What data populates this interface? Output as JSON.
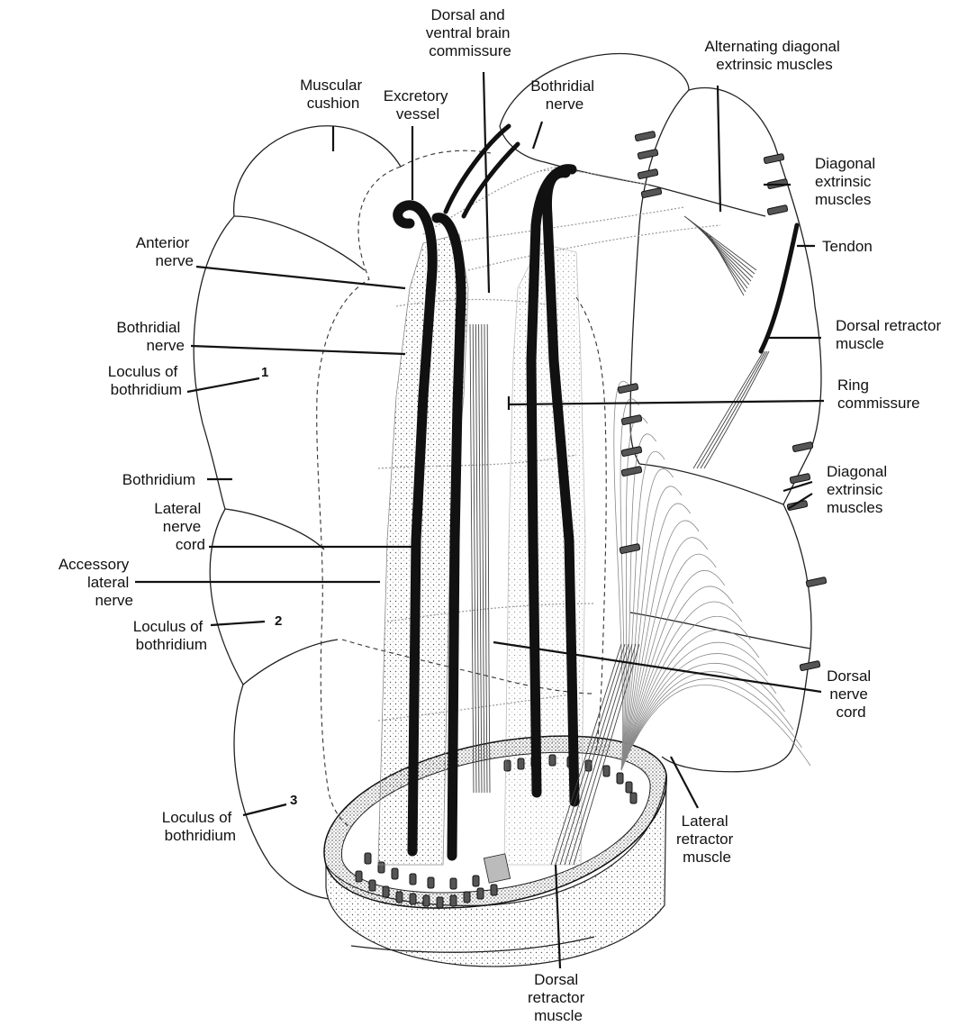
{
  "labels": {
    "dorsal_ventral_commissure": [
      "Dorsal and",
      "ventral brain",
      "commissure"
    ],
    "alternating_diagonal": [
      "Alternating diagonal",
      "extrinsic muscles"
    ],
    "muscular_cushion": [
      "Muscular",
      "cushion"
    ],
    "excretory_vessel": [
      "Excretory",
      "vessel"
    ],
    "bothridial_nerve_top": [
      "Bothridial",
      "nerve"
    ],
    "diagonal_extrinsic_top": [
      "Diagonal",
      "extrinsic",
      "muscles"
    ],
    "tendon": [
      "Tendon"
    ],
    "anterior_nerve": [
      "Anterior",
      "nerve"
    ],
    "dorsal_retractor_right": [
      "Dorsal retractor",
      "muscle"
    ],
    "bothridial_nerve_left": [
      "Bothridial",
      "nerve"
    ],
    "loculus_1": [
      "Loculus of",
      "bothridium"
    ],
    "ring_commissure": [
      "Ring",
      "commissure"
    ],
    "bothridium": [
      "Bothridium"
    ],
    "diagonal_extrinsic_mid": [
      "Diagonal",
      "extrinsic",
      "muscles"
    ],
    "lateral_nerve_cord": [
      "Lateral",
      "nerve",
      "cord"
    ],
    "accessory_lateral_nerve": [
      "Accessory",
      "lateral",
      "nerve"
    ],
    "loculus_2": [
      "Loculus of",
      "bothridium"
    ],
    "dorsal_nerve_cord": [
      "Dorsal",
      "nerve",
      "cord"
    ],
    "loculus_3": [
      "Loculus of",
      "bothridium"
    ],
    "lateral_retractor": [
      "Lateral",
      "retractor",
      "muscle"
    ],
    "dorsal_retractor_bottom": [
      "Dorsal",
      "retractor",
      "muscle"
    ]
  },
  "numbers": {
    "loculus_1": "1",
    "loculus_2": "2",
    "loculus_3": "3"
  },
  "colors": {
    "ink": "#111111",
    "paper": "#ffffff",
    "stipple": "#bbbbbb"
  }
}
